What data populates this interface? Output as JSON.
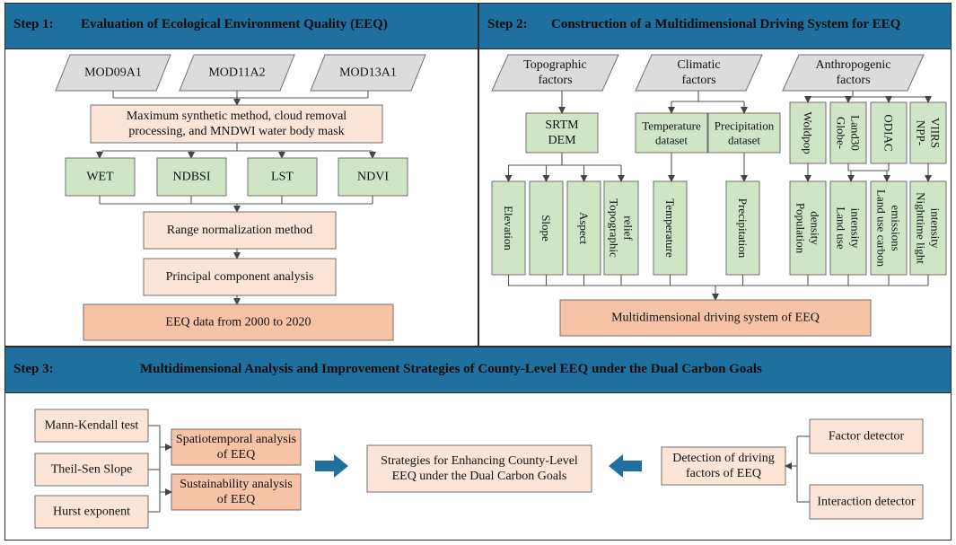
{
  "step1": {
    "num": "Step 1:",
    "title": "Evaluation of Ecological Environment Quality (EEQ)",
    "products": [
      "MOD09A1",
      "MOD11A2",
      "MOD13A1"
    ],
    "processing": [
      "Maximum synthetic method, cloud removal",
      "processing, and MNDWI water body mask"
    ],
    "indicators": [
      "WET",
      "NDBSI",
      "LST",
      "NDVI"
    ],
    "normalization": "Range normalization method",
    "pca": "Principal component analysis",
    "output": "EEQ data from 2000 to 2020"
  },
  "step2": {
    "num": "Step 2:",
    "title": "Construction of a Multidimensional Driving System for EEQ",
    "categories": [
      [
        "Topographic",
        "factors"
      ],
      [
        "Climatic",
        "factors"
      ],
      [
        "Anthropogenic",
        "factors"
      ]
    ],
    "srtm": [
      "SRTM",
      "DEM"
    ],
    "temp_dataset": [
      "Temperature",
      "dataset"
    ],
    "precip_dataset": [
      "Precipitation",
      "dataset"
    ],
    "anthro_sources": [
      [
        "Woldpop"
      ],
      [
        "Globe-",
        "Land30"
      ],
      [
        "ODIAC"
      ],
      [
        "NPP-",
        "VIIRS"
      ]
    ],
    "factors": [
      [
        "Elevation"
      ],
      [
        "Slope"
      ],
      [
        "Aspect"
      ],
      [
        "Topographic",
        "relief"
      ],
      [
        "Temperature"
      ],
      [
        "Precipitation"
      ],
      [
        "Population",
        "density"
      ],
      [
        "Land use",
        "intensity"
      ],
      [
        "Land use carbon",
        "emissions"
      ],
      [
        "Nighttime light",
        "intensity"
      ]
    ],
    "system": "Multidimensional driving system of EEQ"
  },
  "step3": {
    "num": "Step 3:",
    "title": "Multidimensional Analysis and Improvement Strategies of County-Level EEQ under the Dual Carbon Goals",
    "methods": [
      "Mann-Kendall test",
      "Theil-Sen Slope",
      "Hurst exponent"
    ],
    "spatiotemporal": [
      "Spatiotemporal analysis",
      "of EEQ"
    ],
    "sustainability": [
      "Sustainability analysis",
      "of EEQ"
    ],
    "strategies": [
      "Strategies for Enhancing County-Level",
      "EEQ under the Dual Carbon Goals"
    ],
    "detection": [
      "Detection of driving",
      "factors of EEQ"
    ],
    "detectors": [
      "Factor detector",
      "Interaction detector"
    ]
  },
  "colors": {
    "header": "#1f6f9f",
    "gray_box": "#dcdcdc",
    "green_box": "#cfe5c5",
    "light_orange": "#fce4d6",
    "orange": "#f7c3a6",
    "arrow": "#1f6f9f"
  }
}
